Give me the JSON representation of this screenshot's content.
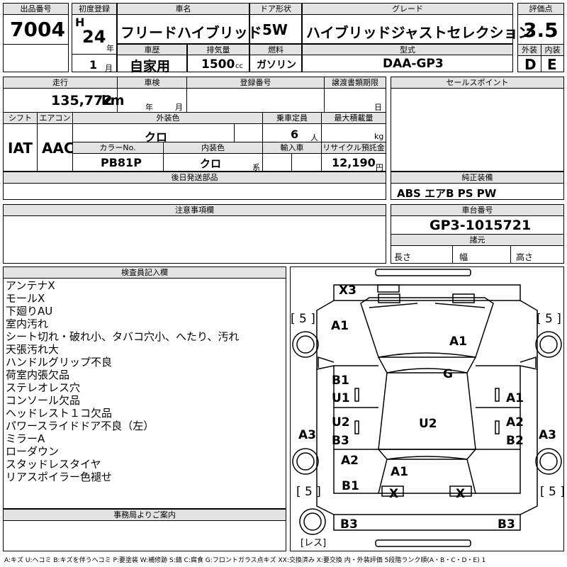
{
  "header": {
    "lot_label": "出品番号",
    "lot": "7004",
    "first_reg_label": "初度登録",
    "era": "H",
    "year_num": "24",
    "year_unit": "年",
    "month_num": "1",
    "month_unit": "月",
    "car_name_label": "車名",
    "car_name": "フリードハイブリッド",
    "door_label": "ドア形状",
    "door": "5W",
    "grade_label": "グレード",
    "grade": "ハイブリッドジャストセレクション",
    "score_label": "評価点",
    "score": "3.5",
    "history_label": "車歴",
    "history": "自家用",
    "displacement_label": "排気量",
    "displacement": "1500",
    "cc": "cc",
    "fuel_label": "燃料",
    "fuel": "ガソリン",
    "model_label": "型式",
    "model": "DAA-GP3",
    "ext_label": "外装",
    "ext": "D",
    "int_label": "内装",
    "int": "E"
  },
  "row2": {
    "mileage_label": "走行",
    "mileage": "135,772",
    "km": "km",
    "inspection_label": "車検",
    "year": "年",
    "month": "月",
    "day": "日",
    "plate_label": "登録番号",
    "transfer_label": "譲渡書類期限",
    "shift_label": "シフト",
    "shift": "IAT",
    "ac_label": "エアコン",
    "ac": "AAC",
    "color_label": "外装色",
    "color": "クロ",
    "capacity_label": "乗車定員",
    "capacity": "6",
    "person": "人",
    "load_label": "最大積載量",
    "kg": "kg",
    "color_no_label": "カラーNo.",
    "color_no": "PB81P",
    "interior_color_label": "内装色",
    "interior_color": "クロ",
    "kei": "系",
    "import_label": "輸入車",
    "recycle_label": "リサイクル預託金",
    "recycle": "12,190",
    "yen": "円"
  },
  "sales_points_label": "セールスポイント",
  "later_parts_label": "後日発送部品",
  "equipment_label": "純正装備",
  "equipment": "ABS エアB PS PW",
  "caution_label": "注意事項欄",
  "chassis_label": "車台番号",
  "chassis": "GP3-1015721",
  "spec_label": "諸元",
  "length": "長さ",
  "width": "幅",
  "height": "高さ",
  "inspector_label": "検査員記入欄",
  "inspector_notes": [
    "アンテナX",
    "モールX",
    "下廻りAU",
    "室内汚れ",
    "シート切れ・破れ小、タバコ穴小、へたり、汚れ",
    "天張汚れ大",
    "ハンドルグリップ不良",
    "荷室内張欠品",
    "ステレオレス穴",
    "コンソール欠品",
    "ヘッドレスト１コ欠品",
    "パワースライドドア不良（左）",
    "ミラーA",
    "ローダウン",
    "スタッドレスタイヤ",
    "リアスポイラー色褪せ"
  ],
  "office_label": "事務局よりご案内",
  "diagram": {
    "x3": "X3",
    "tire_fl": "[ 5 ]",
    "tire_fr": "[ 5 ]",
    "tire_rl": "[ 5 ]",
    "tire_rr": "[ 5 ]",
    "a1_fl": "A1",
    "a1_hood": "A1",
    "g": "G",
    "b1_ld": "B1",
    "u1_ld": "U1",
    "a1_rd": "A1",
    "a3_l": "A3",
    "u2_ls": "U2",
    "b3_ls": "B3",
    "u2_roof": "U2",
    "a2_rs": "A2",
    "b2_rs": "B2",
    "a3_r": "A3",
    "a2_rl": "A2",
    "a1_rear": "A1",
    "b1_rl": "B1",
    "x_l": "X",
    "x_r": "X",
    "b3_l": "B3",
    "b3_r": "B3",
    "less": "[レス]"
  },
  "legend": "A:キズ U:ヘコミ B:キズを伴うヘコミ P:要塗装 W:補修跡 S:錆 C:腐食 G:フロントガラス点キズ XX:交換済み X:要交換 内・外装評価 5段階ランク順(A・B・C・D・E) 1"
}
